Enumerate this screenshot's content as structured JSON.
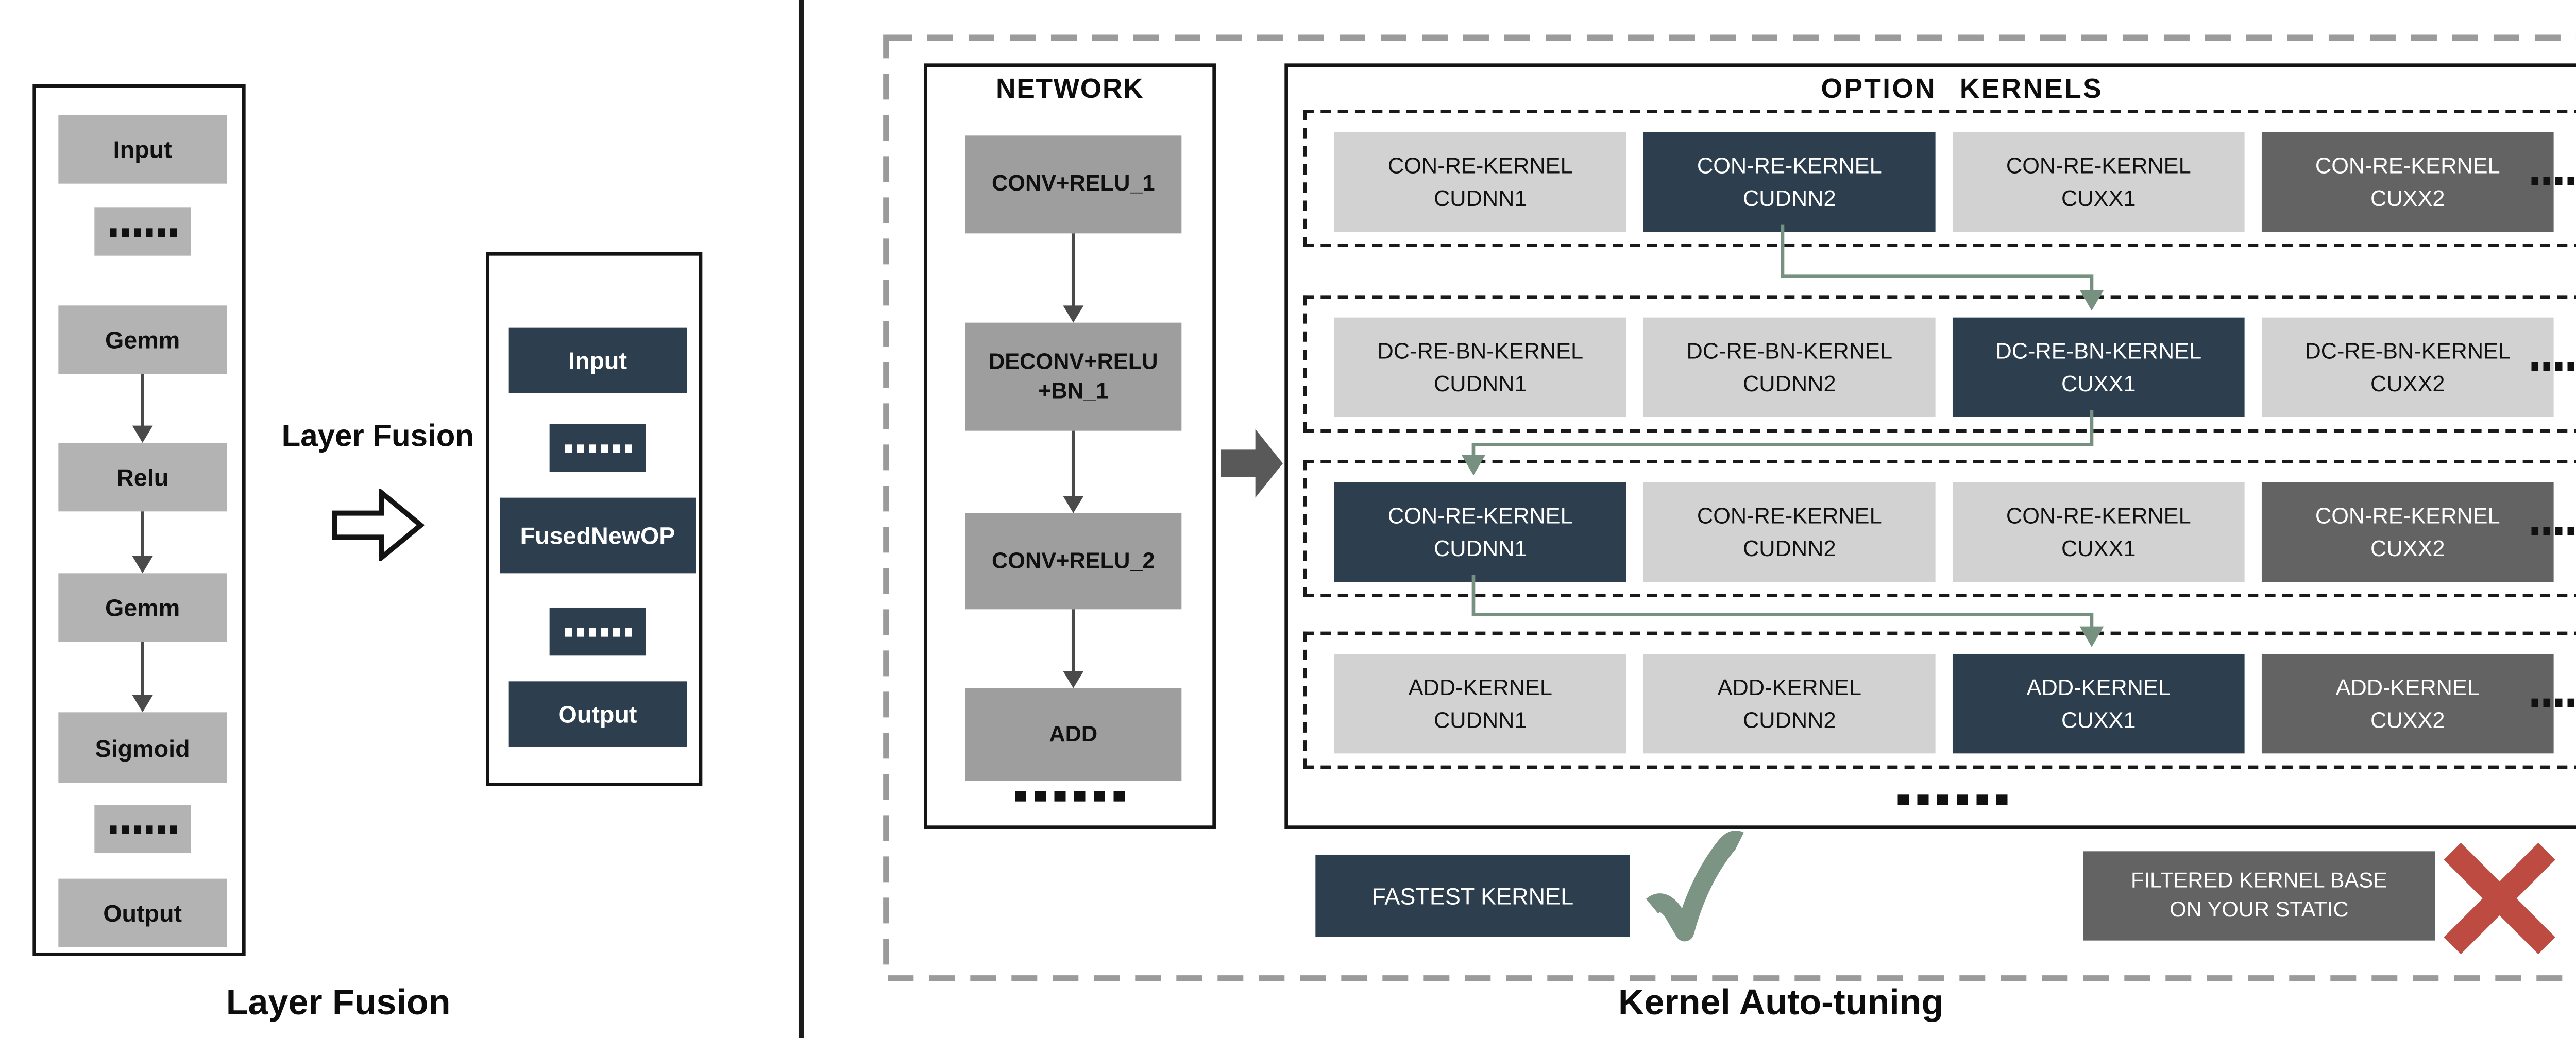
{
  "layer_fusion": {
    "caption": "Layer Fusion",
    "arrow_label": "Layer Fusion",
    "original": {
      "nodes": [
        "Input",
        "......",
        "Gemm",
        "Relu",
        "Gemm",
        "Sigmoid",
        "......",
        "Output"
      ]
    },
    "fused": {
      "nodes": [
        "Input",
        "......",
        "FusedNewOP",
        "......",
        "Output"
      ]
    }
  },
  "kernel_auto_tuning": {
    "caption": "Kernel Auto-tuning",
    "network": {
      "title": "NETWORK",
      "nodes": [
        {
          "line1": "CONV+RELU_1",
          "line2": ""
        },
        {
          "line1": "DECONV+RELU",
          "line2": "+BN_1"
        },
        {
          "line1": "CONV+RELU_2",
          "line2": ""
        },
        {
          "line1": "ADD",
          "line2": ""
        }
      ],
      "ellipsis": "......"
    },
    "option_kernels": {
      "title": "OPTION KERNELS",
      "ellipsis": "......",
      "row_ellipsis": "......",
      "rows": [
        {
          "kernels": [
            {
              "name": "CON-RE-KERNEL",
              "variant": "CUDNN1",
              "state": "option"
            },
            {
              "name": "CON-RE-KERNEL",
              "variant": "CUDNN2",
              "state": "selected"
            },
            {
              "name": "CON-RE-KERNEL",
              "variant": "CUXX1",
              "state": "option"
            },
            {
              "name": "CON-RE-KERNEL",
              "variant": "CUXX2",
              "state": "filtered"
            }
          ]
        },
        {
          "kernels": [
            {
              "name": "DC-RE-BN-KERNEL",
              "variant": "CUDNN1",
              "state": "option"
            },
            {
              "name": "DC-RE-BN-KERNEL",
              "variant": "CUDNN2",
              "state": "option"
            },
            {
              "name": "DC-RE-BN-KERNEL",
              "variant": "CUXX1",
              "state": "selected"
            },
            {
              "name": "DC-RE-BN-KERNEL",
              "variant": "CUXX2",
              "state": "option"
            }
          ]
        },
        {
          "kernels": [
            {
              "name": "CON-RE-KERNEL",
              "variant": "CUDNN1",
              "state": "selected"
            },
            {
              "name": "CON-RE-KERNEL",
              "variant": "CUDNN2",
              "state": "option"
            },
            {
              "name": "CON-RE-KERNEL",
              "variant": "CUXX1",
              "state": "option"
            },
            {
              "name": "CON-RE-KERNEL",
              "variant": "CUXX2",
              "state": "filtered"
            }
          ]
        },
        {
          "kernels": [
            {
              "name": "ADD-KERNEL",
              "variant": "CUDNN1",
              "state": "option"
            },
            {
              "name": "ADD-KERNEL",
              "variant": "CUDNN2",
              "state": "option"
            },
            {
              "name": "ADD-KERNEL",
              "variant": "CUXX1",
              "state": "selected"
            },
            {
              "name": "ADD-KERNEL",
              "variant": "CUXX2",
              "state": "filtered"
            }
          ]
        }
      ]
    },
    "result": {
      "fastest_label": "FASTEST KERNEL",
      "filtered_line1": "FILTERED KERNEL BASE",
      "filtered_line2": "ON YOUR STATIC"
    }
  },
  "colors": {
    "selected_kernel": "#2d3e4e",
    "option_kernel": "#d2d2d2",
    "filtered_kernel": "#636363",
    "network_node": "#9e9e9e",
    "fusion_node": "#b3b3b3",
    "tuning_path_green": "#76917f",
    "check_green": "#7b9484",
    "cross_red": "#bd4b41",
    "outer_dash_gray": "#9b9b9b"
  }
}
